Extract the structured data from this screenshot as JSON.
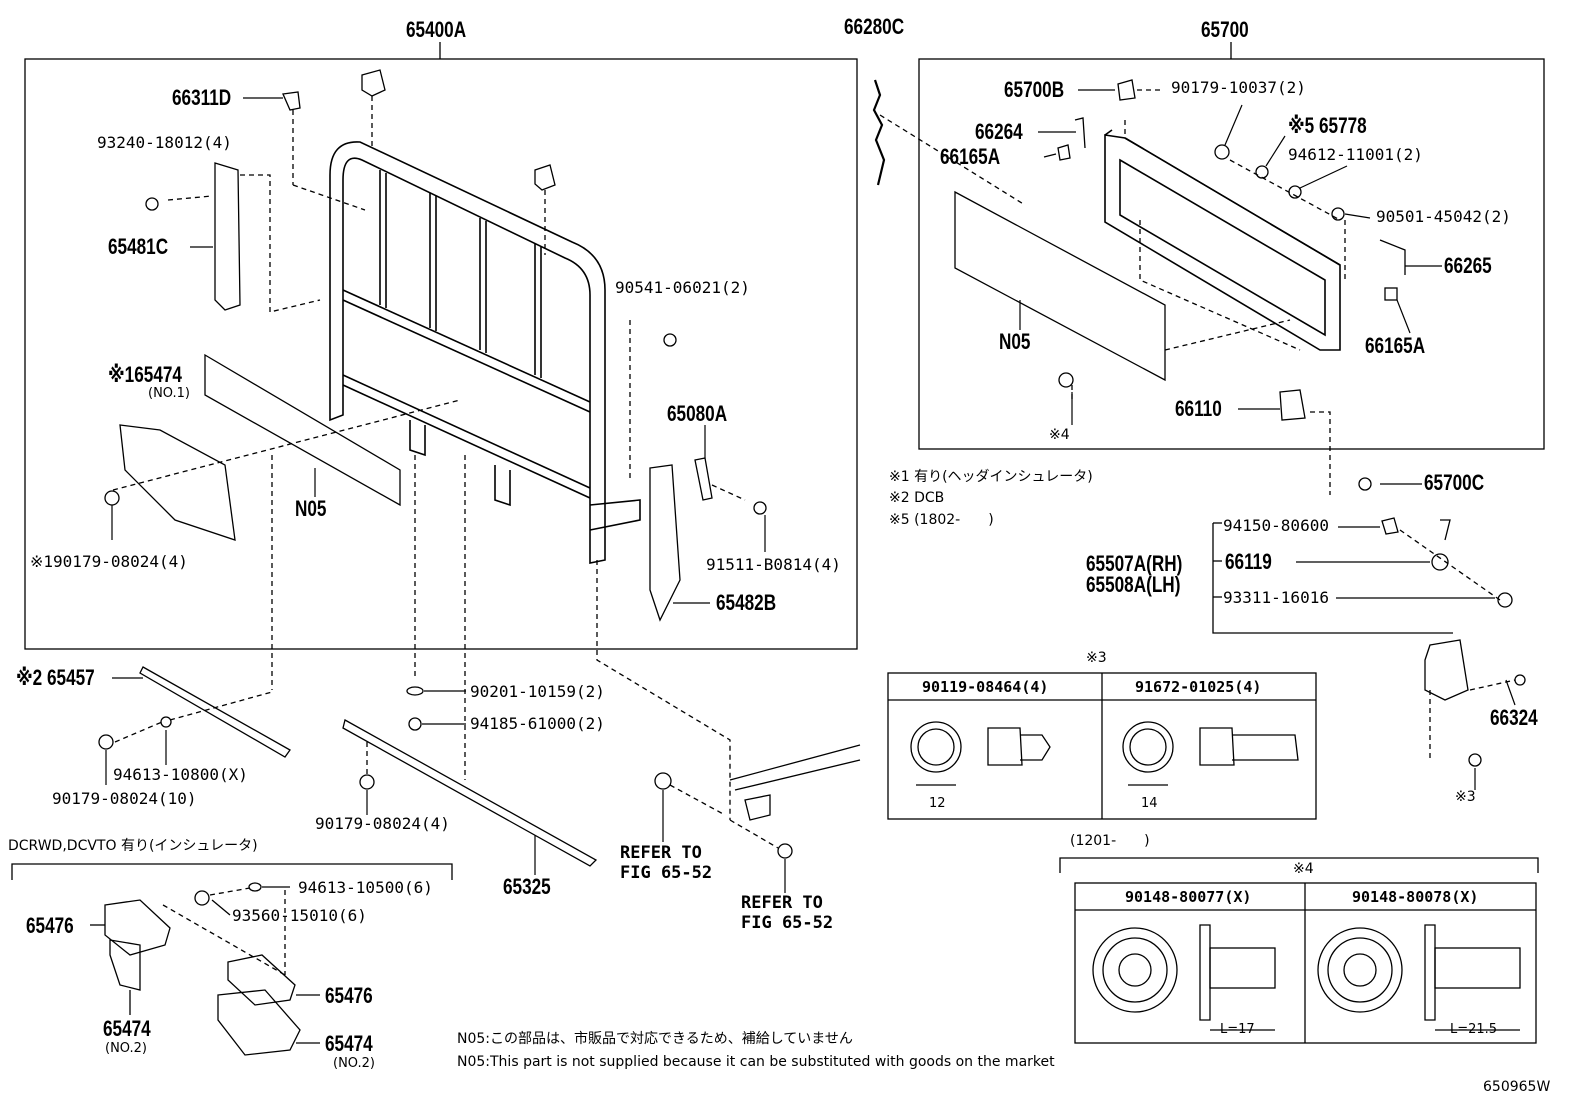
{
  "diagram_code": "650965W",
  "labels": {
    "p65400A": "65400A",
    "p66280C": "66280C",
    "p65700": "65700",
    "p66311D": "66311D",
    "p93240": "93240-18012(4)",
    "p65481C": "65481C",
    "p90541": "90541-06021(2)",
    "p65474_1": "※165474",
    "p65474_1_no": "(NO.1)",
    "p65080A": "65080A",
    "n05_left": "N05",
    "p90179_08024_4a": "※190179-08024(4)",
    "p91511": "91511-B0814(4)",
    "p65482B": "65482B",
    "p65700B": "65700B",
    "p90179_10037": "90179-10037(2)",
    "p66264": "66264",
    "p65778": "※5 65778",
    "p66165A_top": "66165A",
    "p94612": "94612-11001(2)",
    "p90501": "90501-45042(2)",
    "p66265": "66265",
    "n05_right": "N05",
    "p66165A_right": "66165A",
    "p66110": "66110",
    "mark4_bolt": "※4",
    "note1": "※1 有り(ヘッダインシュレータ)",
    "note2": "※2 DCB",
    "note5": "※5 (1802-　　)",
    "p65700C": "65700C",
    "p94150": "94150-80600",
    "p65507A": "65507A(RH)",
    "p65508A": "65508A(LH)",
    "p66119": "66119",
    "p93311": "93311-16016",
    "p66324": "66324",
    "mark3_bolt": "※3",
    "p65457": "※2 65457",
    "p90201": "90201-10159(2)",
    "p94185": "94185-61000(2)",
    "p94613_10800": "94613-10800(X)",
    "p90179_08024_10": "90179-08024(10)",
    "p90179_08024_4b": "90179-08024(4)",
    "p65325": "65325",
    "refer1": "REFER TO\nFIG 65-52",
    "refer2": "REFER TO\nFIG 65-52",
    "dcrwd": "DCRWD,DCVTO 有り(インシュレータ)",
    "p94613_10500": "94613-10500(6)",
    "p93560": "93560-15010(6)",
    "p65476_left": "65476",
    "p65476_right": "65476",
    "p65474_left": "65474",
    "p65474_left_no": "(NO.2)",
    "p65474_right": "65474",
    "p65474_right_no": "(NO.2)",
    "footnote_jp": "N05:この部品は、市販品で対応できるため、補給していません",
    "footnote_en": "N05:This part is not supplied because it can be substituted with goods on the market"
  },
  "table3": {
    "mark": "※3",
    "col1": "90119-08464(4)",
    "col2": "91672-01025(4)",
    "dim1": "12",
    "dim2": "14"
  },
  "table4": {
    "range": "(1201-　　)",
    "mark": "※4",
    "col1": "90148-80077(X)",
    "col2": "90148-80078(X)",
    "len1": "L=17",
    "len2": "L=21.5"
  }
}
